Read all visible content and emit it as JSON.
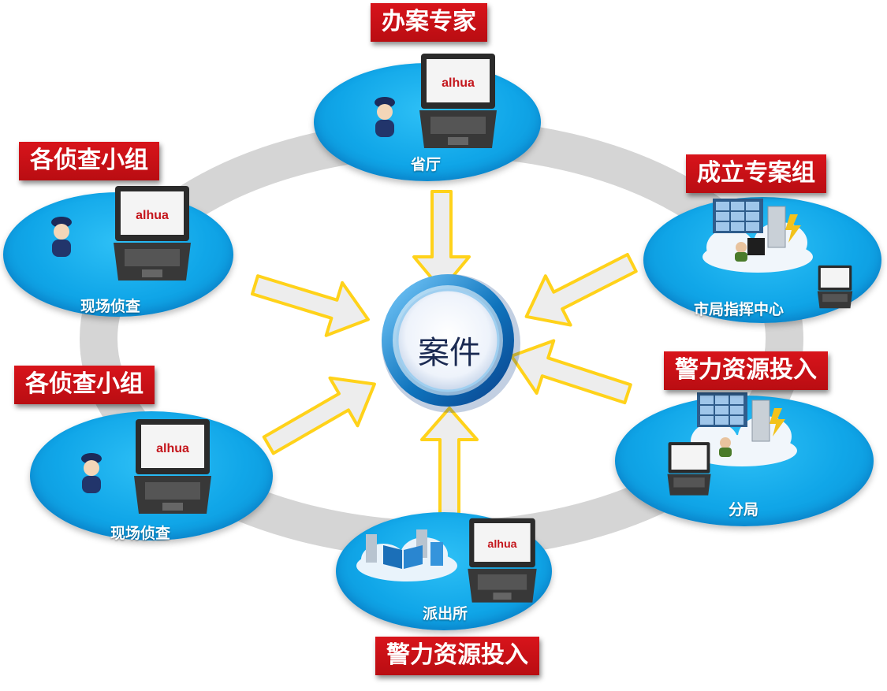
{
  "center": {
    "label": "案件"
  },
  "nodes": {
    "top": {
      "tag": "办案专家",
      "label": "省厅"
    },
    "left_top": {
      "tag": "各侦查小组",
      "label": "现场侦查"
    },
    "left_bottom": {
      "tag": "各侦查小组",
      "label": "现场侦查"
    },
    "bottom": {
      "tag": "警力资源投入",
      "label": "派出所"
    },
    "right_top": {
      "tag": "成立专案组",
      "label": "市局指挥中心"
    },
    "right_bottom": {
      "tag": "警力资源投入",
      "label": "分局"
    }
  },
  "laptop_brand": "alhua",
  "colors": {
    "tag_red": "#cc1118",
    "oval_blue": "#12a8ea",
    "ring_gray": "#d4d4d4",
    "hub_blue": "#0a6db0",
    "arrow_fill": "#ececec",
    "arrow_glow": "#ffd21a"
  }
}
